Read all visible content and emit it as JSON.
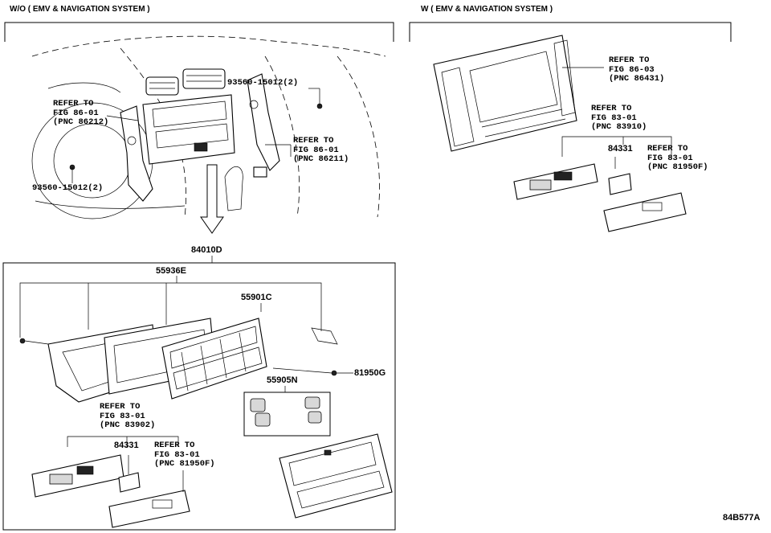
{
  "headers": {
    "left": "W/O ( EMV & NAVIGATION SYSTEM )",
    "right": "W ( EMV & NAVIGATION SYSTEM )"
  },
  "callouts": {
    "bolt_top": "93560-15012(2)",
    "bolt_bottom": "93560-15012(2)",
    "ref_86_01_a": [
      "REFER TO",
      "FIG 86-01",
      "(PNC 86212)"
    ],
    "ref_86_01_b": [
      "REFER TO",
      "FIG 86-01",
      "(PNC 86211)"
    ],
    "ref_86_03": [
      "REFER TO",
      "FIG 86-03",
      "(PNC 86431)"
    ],
    "ref_83_01_r1": [
      "REFER TO",
      "FIG 83-01",
      "(PNC 83910)"
    ],
    "ref_83_01_r2": [
      "REFER TO",
      "FIG 83-01",
      "(PNC 81950F)"
    ],
    "ref_83_01_l1": [
      "REFER TO",
      "FIG 83-01",
      "(PNC 83902)"
    ],
    "ref_83_01_l2": [
      "REFER TO",
      "FIG 83-01",
      "(PNC 81950F)"
    ]
  },
  "parts": {
    "assembly": "84010D",
    "p55936e": "55936E",
    "p55901c": "55901C",
    "p55905n": "55905N",
    "p81950g": "81950G",
    "p84331_left": "84331",
    "p84331_right": "84331"
  },
  "figure_code": "84B577A"
}
